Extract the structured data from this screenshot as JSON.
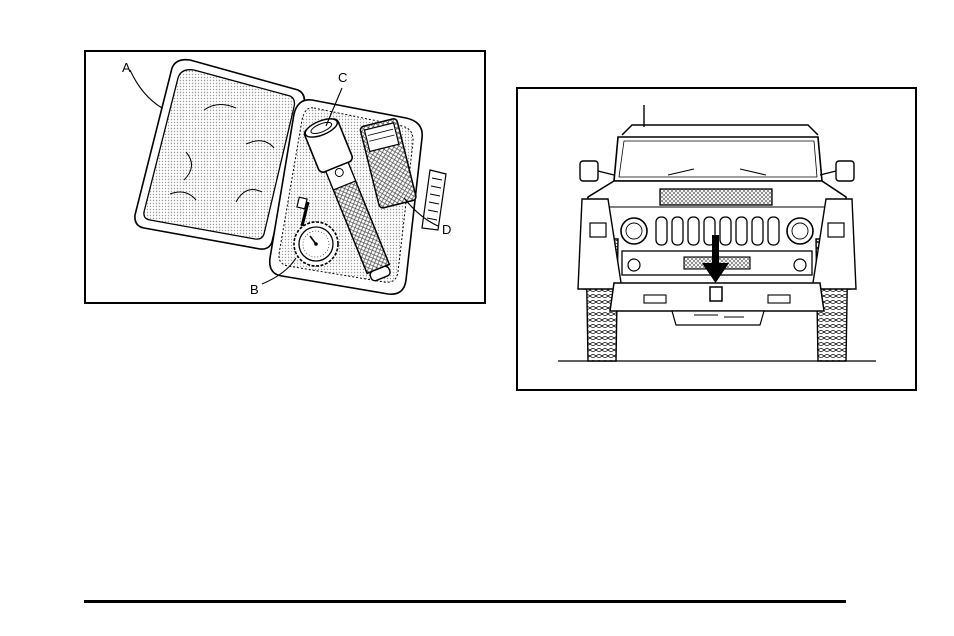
{
  "kit_figure": {
    "callouts": {
      "a": "A",
      "b": "B",
      "c": "C",
      "d": "D"
    }
  },
  "vehicle_figure": {
    "arrow_color": "#000000"
  },
  "colors": {
    "line": "#000000",
    "stipple": "#bdbdbd",
    "background": "#ffffff"
  }
}
